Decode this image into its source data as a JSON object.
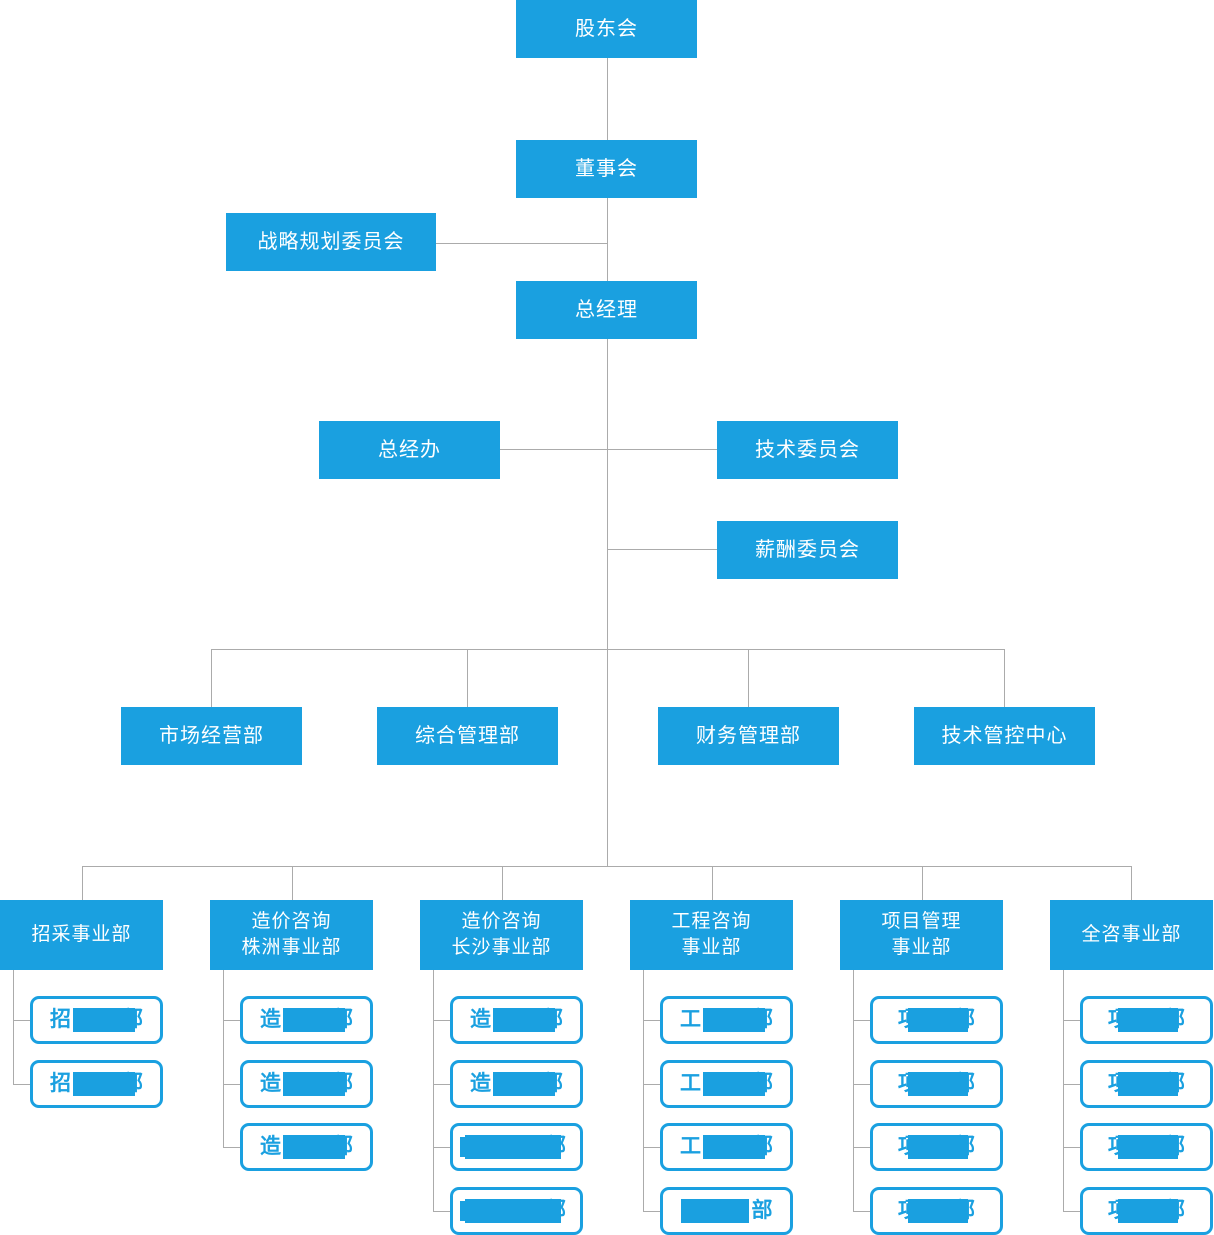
{
  "org_chart": {
    "type": "org-tree-diagram",
    "colors": {
      "node_fill": "#1AA0E0",
      "node_text": "#FFFFFF",
      "child_border": "#1AA0E0",
      "child_text": "#1AA0E0",
      "connector_gray": "#ABABAB",
      "background": "#FFFFFF"
    },
    "top": {
      "shareholders": "股东会",
      "board": "董事会",
      "strategy_committee": "战略规划委员会",
      "general_manager": "总经理",
      "gm_office": "总经办",
      "tech_committee": "技术委员会",
      "compensation_committee": "薪酬委员会"
    },
    "departments": [
      "市场经营部",
      "综合管理部",
      "财务管理部",
      "技术管控中心"
    ],
    "divisions": [
      {
        "label": "招采事业部",
        "children": [
          {
            "prefix": "招",
            "suffix": "部",
            "cover": "mid"
          },
          {
            "prefix": "招",
            "suffix": "部",
            "cover": "mid"
          }
        ]
      },
      {
        "label": "造价咨询\n株洲事业部",
        "children": [
          {
            "prefix": "造",
            "suffix": "部",
            "cover": "mid"
          },
          {
            "prefix": "造",
            "suffix": "部",
            "cover": "mid"
          },
          {
            "prefix": "造",
            "suffix": "部",
            "cover": "mid"
          }
        ]
      },
      {
        "label": "造价咨询\n长沙事业部",
        "children": [
          {
            "prefix": "造",
            "suffix": "部",
            "cover": "mid"
          },
          {
            "prefix": "造",
            "suffix": "部",
            "cover": "mid"
          },
          {
            "prefix": "",
            "suffix": "部",
            "cover": "wide"
          },
          {
            "prefix": "",
            "suffix": "部",
            "cover": "wide"
          }
        ]
      },
      {
        "label": "工程咨询\n事业部",
        "children": [
          {
            "prefix": "工",
            "suffix": "部",
            "cover": "mid"
          },
          {
            "prefix": "工",
            "suffix": "部",
            "cover": "mid"
          },
          {
            "prefix": "工",
            "suffix": "部",
            "cover": "mid"
          },
          {
            "prefix": "",
            "suffix": "部",
            "cover": "left"
          }
        ]
      },
      {
        "label": "项目管理\n事业部",
        "children": [
          {
            "prefix": "项",
            "suffix": "部",
            "cover": "half"
          },
          {
            "prefix": "项",
            "suffix": "部",
            "cover": "half"
          },
          {
            "prefix": "项",
            "suffix": "部",
            "cover": "half"
          },
          {
            "prefix": "项",
            "suffix": "部",
            "cover": "half"
          }
        ]
      },
      {
        "label": "全咨事业部",
        "children": [
          {
            "prefix": "项",
            "suffix": "部",
            "cover": "half"
          },
          {
            "prefix": "项",
            "suffix": "部",
            "cover": "half"
          },
          {
            "prefix": "项",
            "suffix": "部",
            "cover": "half"
          },
          {
            "prefix": "项",
            "suffix": "部",
            "cover": "half"
          }
        ]
      }
    ]
  }
}
